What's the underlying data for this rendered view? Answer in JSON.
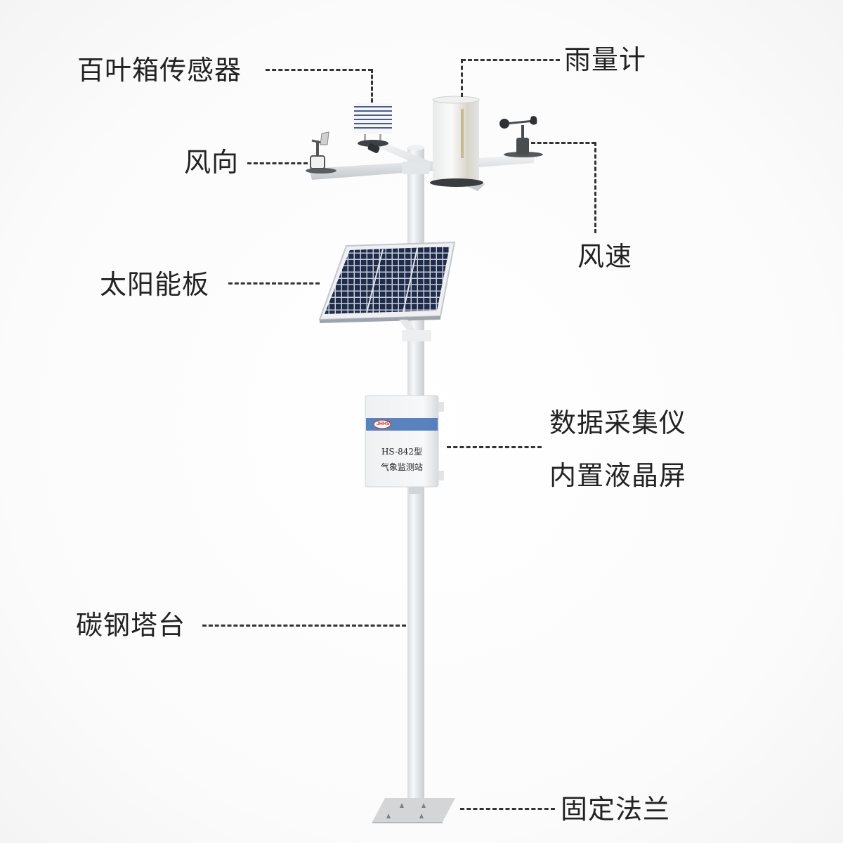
{
  "diagram": {
    "subject": "weather-station",
    "labels": {
      "louver_box_sensor": "百叶箱传感器",
      "rain_gauge": "雨量计",
      "wind_direction": "风向",
      "wind_speed": "风速",
      "solar_panel": "太阳能板",
      "data_logger_line1": "数据采集仪",
      "data_logger_line2": "内置液晶屏",
      "carbon_steel_tower": "碳钢塔台",
      "fixing_flange": "固定法兰"
    },
    "enclosure": {
      "logo_text": "JHHS",
      "model": "HS-842型",
      "name": "气象监测站"
    },
    "colors": {
      "label_text": "#222222",
      "leader_line": "#333333",
      "pole": "#e6e8ea",
      "solar_cell": "#1f2c4c",
      "logo_band": "#3d6fb3"
    }
  }
}
